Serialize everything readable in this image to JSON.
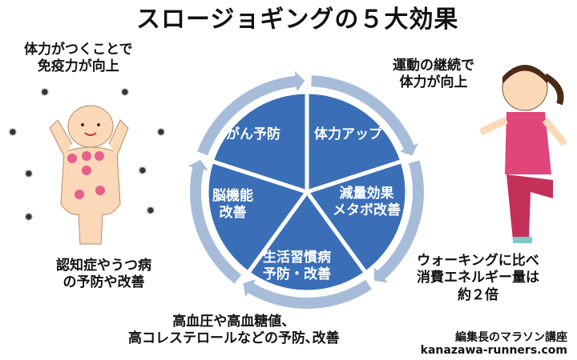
{
  "title": "スロージョギングの５大効果",
  "segments": [
    {
      "label": "体力アップ"
    },
    {
      "label": "減量効果\nメタボ改善"
    },
    {
      "label": "生活習慣病\n予防・改善"
    },
    {
      "label": "脳機能\n改善"
    },
    {
      "label": "がん予防"
    }
  ],
  "callouts": {
    "immunity": "体力がつくことで\n免疫力が向上",
    "stamina": "運動の継続で\n体力が向上",
    "energy": "ウォーキングに比べ\n消費エネルギー量は\n約２倍",
    "lifestyle": "高血圧や高血糖値、\n高コレステロールなどの予防､改善",
    "dementia": "認知症やうつ病\nの予防や改善"
  },
  "credit": {
    "line1": "編集長のマラソン講座",
    "line2": "kanazawa-runners.com"
  },
  "colors": {
    "wedge": "#3a6fb8",
    "ring": "#a7bcd8",
    "skin": "#fbd9b8",
    "shirt": "#e0457b"
  }
}
